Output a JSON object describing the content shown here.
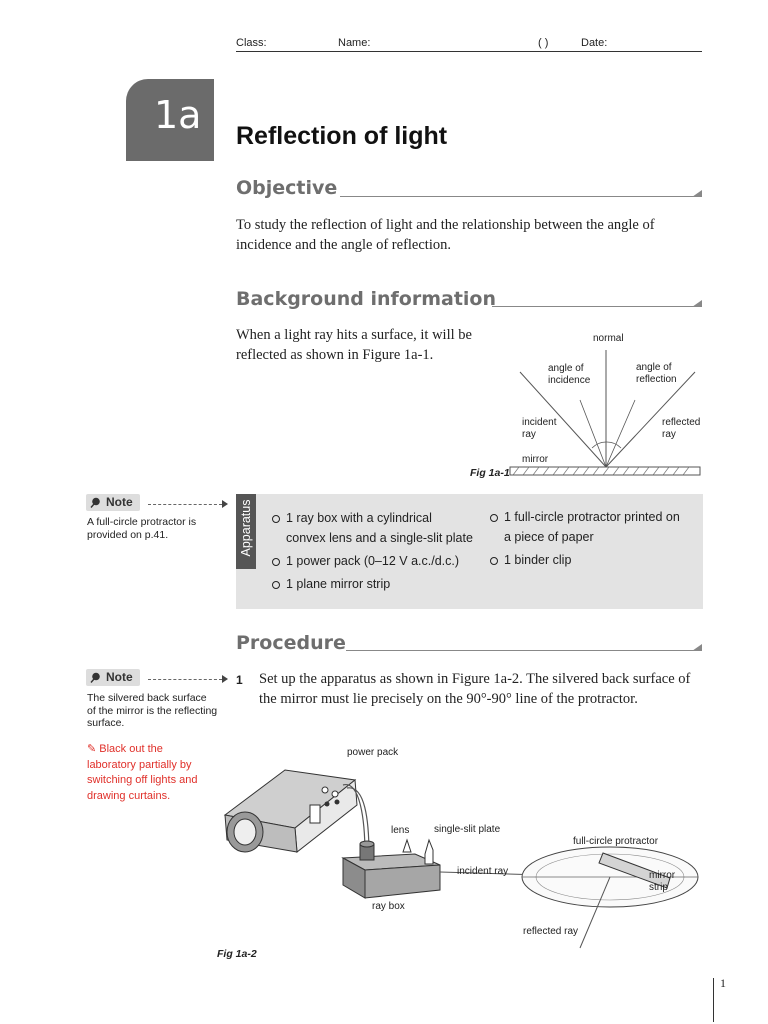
{
  "header": {
    "class_label": "Class:",
    "name_label": "Name:",
    "index_label": "(        )",
    "date_label": "Date:"
  },
  "chapter": {
    "number": "1a",
    "title": "Reflection of light"
  },
  "objective": {
    "heading": "Objective",
    "text": "To study the reflection of light and the relationship between the angle of incidence and the angle of reflection."
  },
  "background": {
    "heading": "Background information",
    "text": "When a light ray hits a surface, it will be reflected as shown in Figure 1a-1."
  },
  "figure1": {
    "caption": "Fig 1a-1",
    "labels": {
      "normal": "normal",
      "angle_incidence": [
        "angle of",
        "incidence"
      ],
      "angle_reflection": [
        "angle of",
        "reflection"
      ],
      "incident_ray": [
        "incident",
        "ray"
      ],
      "reflected_ray": [
        "reflected",
        "ray"
      ],
      "mirror": "mirror"
    }
  },
  "note1": {
    "badge": "Note",
    "text": [
      "A full-circle protractor is",
      "provided on p.41."
    ]
  },
  "apparatus": {
    "tag": "Apparatus",
    "left": [
      [
        "1 ray box with a cylindrical",
        "convex lens and a single-slit plate"
      ],
      [
        "1 power pack (0–12 V a.c./d.c.)"
      ],
      [
        "1 plane mirror strip"
      ]
    ],
    "right": [
      [
        "1 full-circle protractor printed on",
        "a piece of paper"
      ],
      [
        "1 binder clip"
      ]
    ]
  },
  "procedure": {
    "heading": "Procedure",
    "step1_num": "1",
    "step1_text": "Set up the apparatus as shown in Figure 1a-2. The silvered back surface of the mirror must lie precisely on the 90°-90° line of the protractor."
  },
  "note2": {
    "badge": "Note",
    "text": [
      "The silvered back surface",
      "of the mirror is the reflecting",
      "surface."
    ],
    "warning": [
      "Black out the",
      "laboratory partially by",
      "switching off lights and",
      "drawing curtains."
    ],
    "warning_color": "#e0302a"
  },
  "figure2": {
    "caption": "Fig 1a-2",
    "labels": {
      "power_pack": "power pack",
      "lens": "lens",
      "slit_plate": "single-slit plate",
      "incident_ray": "incident ray",
      "ray_box": "ray box",
      "protractor": "full-circle protractor",
      "mirror_strip": [
        "mirror",
        "strip"
      ],
      "reflected_ray": "reflected ray"
    }
  },
  "page_number": "1"
}
